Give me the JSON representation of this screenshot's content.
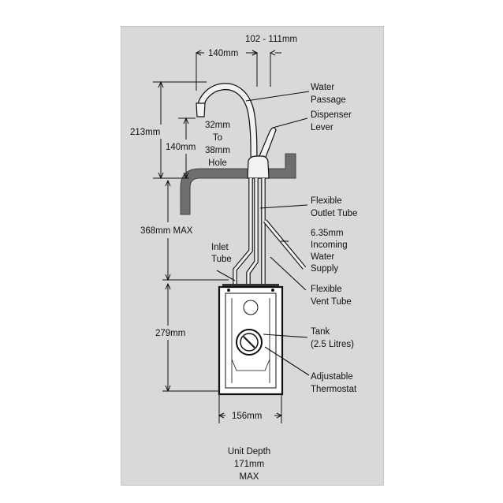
{
  "dimensions": {
    "spout_reach": "140mm",
    "spout_offset": "102 - 111mm",
    "overall_height": "213mm",
    "spout_height": "140mm",
    "hole_size_lines": [
      "32mm",
      "To",
      "38mm",
      "Hole"
    ],
    "under_counter": "368mm MAX",
    "tank_height": "279mm",
    "tank_width": "156mm"
  },
  "callouts": {
    "water_passage": [
      "Water",
      "Passage"
    ],
    "dispenser_lever": [
      "Dispenser",
      "Lever"
    ],
    "flexible_outlet_tube": [
      "Flexible",
      "Outlet Tube"
    ],
    "incoming_water_supply": [
      "6.35mm",
      "Incoming",
      "Water",
      "Supply"
    ],
    "inlet_tube": [
      "Inlet",
      "Tube"
    ],
    "flexible_vent_tube": [
      "Flexible",
      "Vent Tube"
    ],
    "tank": [
      "Tank",
      "(2.5 Litres)"
    ],
    "adjustable_thermostat": [
      "Adjustable",
      "Thermostat"
    ]
  },
  "unit_depth": [
    "Unit Depth",
    "171mm",
    "MAX"
  ]
}
